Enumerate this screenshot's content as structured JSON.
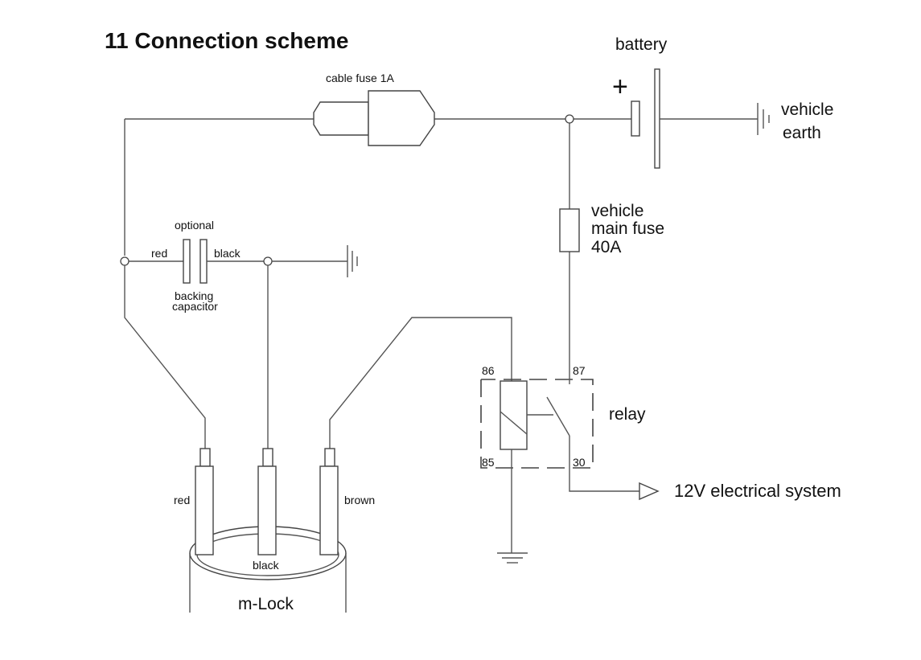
{
  "title": "11 Connection scheme",
  "labels": {
    "battery": "battery",
    "battery_plus": "+",
    "cable_fuse": "cable fuse 1A",
    "vehicle_earth_1": "vehicle",
    "vehicle_earth_2": "earth",
    "main_fuse_1": "vehicle",
    "main_fuse_2": "main fuse",
    "main_fuse_3": "40A",
    "optional": "optional",
    "wire_red": "red",
    "wire_black": "black",
    "capacitor_1": "backing",
    "capacitor_2": "capacitor",
    "relay": "relay",
    "pin_86": "86",
    "pin_87": "87",
    "pin_85": "85",
    "pin_30": "30",
    "output": "12V electrical system",
    "mlock_red": "red",
    "mlock_black": "black",
    "mlock_brown": "brown",
    "mlock": "m-Lock"
  }
}
